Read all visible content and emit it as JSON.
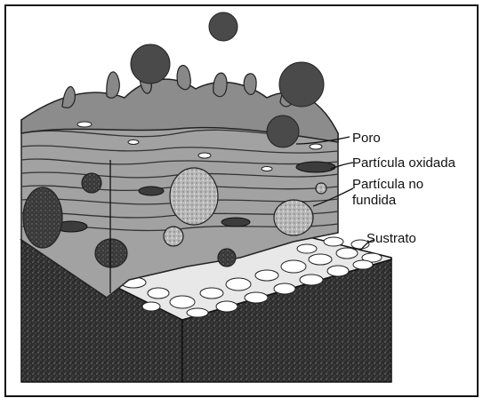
{
  "labels": {
    "poro": "Poro",
    "particula_oxidada": "Partícula oxidada",
    "particula_no_fundida_1": "Partícula no",
    "particula_no_fundida_2": "fundida",
    "sustrato": "Sustrato"
  },
  "colors": {
    "background": "#ffffff",
    "border": "#111111",
    "lamella_fill": "#9a9a9a",
    "lamella_stroke": "#2a2a2a",
    "droplet": "#4a4a4a",
    "oxide": "#3c3c3c",
    "unmelted": "#b0b0b0",
    "substrate": "#2e2e2e",
    "substrate_light": "#efefef"
  }
}
